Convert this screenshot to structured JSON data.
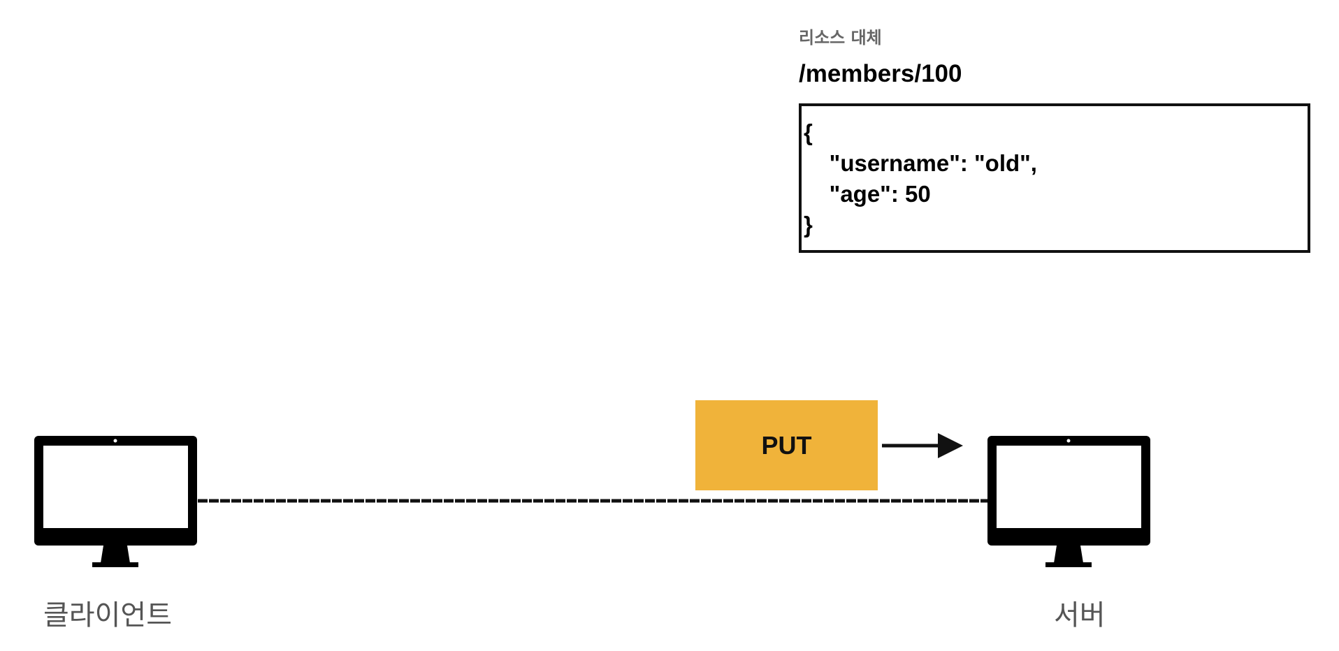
{
  "resource": {
    "caption": "리소스 대체",
    "path": "/members/100",
    "json_lines": [
      "{",
      "    \"username\": \"old\",",
      "    \"age\": 50",
      "}"
    ]
  },
  "request": {
    "method": "PUT",
    "color": "#f0b33a"
  },
  "client": {
    "label": "클라이언트",
    "icon": "monitor-icon"
  },
  "server": {
    "label": "서버",
    "icon": "monitor-icon"
  }
}
